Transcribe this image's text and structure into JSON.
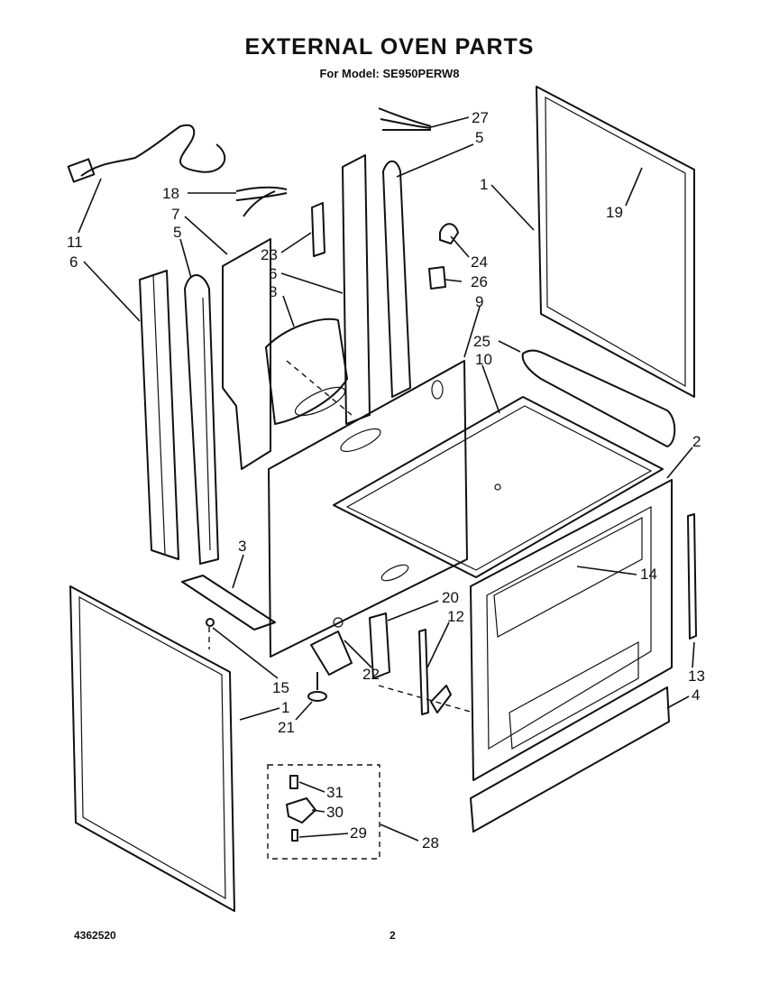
{
  "header": {
    "title": "EXTERNAL OVEN PARTS",
    "subtitle": "For Model: SE950PERW8"
  },
  "footer": {
    "doc_number": "4362520",
    "page_number": "2"
  },
  "callouts": {
    "c27": "27",
    "c5a": "5",
    "c1a": "1",
    "c19": "19",
    "c18": "18",
    "c7": "7",
    "c11": "11",
    "c6a": "6",
    "c5b": "5",
    "c23": "23",
    "c6b": "6",
    "c8": "8",
    "c24": "24",
    "c26": "26",
    "c9": "9",
    "c25": "25",
    "c10": "10",
    "c2": "2",
    "c3": "3",
    "c14": "14",
    "c20": "20",
    "c12": "12",
    "c22": "22",
    "c15": "15",
    "c1b": "1",
    "c21": "21",
    "c13": "13",
    "c4": "4",
    "c31": "31",
    "c30": "30",
    "c29": "29",
    "c28": "28"
  }
}
